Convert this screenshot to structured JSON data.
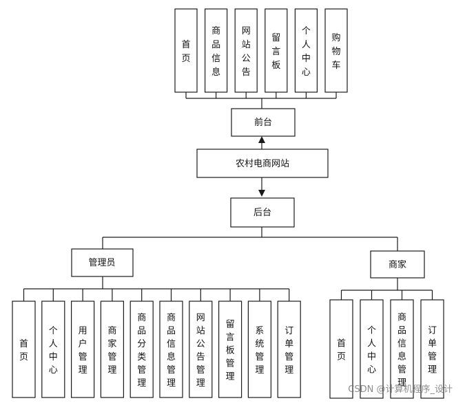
{
  "root": "农村电商网站",
  "front": {
    "label": "前台",
    "items": [
      "首页",
      "商品信息",
      "网站公告",
      "留言板",
      "个人中心",
      "购物车"
    ]
  },
  "back": {
    "label": "后台",
    "admin": {
      "label": "管理员",
      "items": [
        "首页",
        "个人中心",
        "用户管理",
        "商家管理",
        "商品分类管理",
        "商品信息管理",
        "网站公告管理",
        "留言板管理",
        "系统管理",
        "订单管理"
      ]
    },
    "merchant": {
      "label": "商家",
      "items": [
        "首页",
        "个人中心",
        "商品信息管理",
        "订单管理"
      ]
    }
  },
  "watermark": "CSDN @计算机程序_设计"
}
